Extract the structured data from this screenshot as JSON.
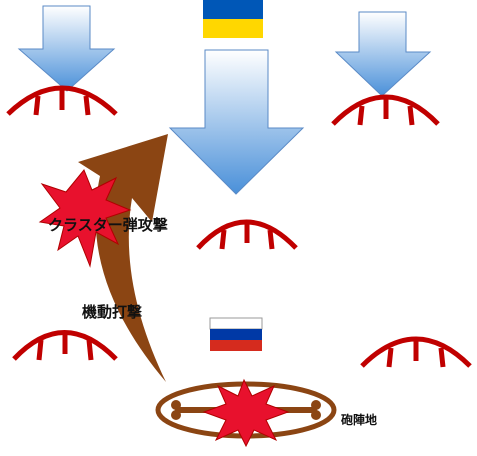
{
  "labels": {
    "cluster_strike": "クラスター弾攻撃",
    "mobile_strike": "機動打撃",
    "artillery_position": "砲陣地"
  },
  "colors": {
    "arrow_fill_top": "#ffffff",
    "arrow_fill_bottom": "#4a90d9",
    "arrow_stroke": "#5a8ac6",
    "trench": "#c00000",
    "maneuver_arrow": "#8b4513",
    "explosion": "#e8112d",
    "ukraine_blue": "#0057b7",
    "ukraine_yellow": "#ffd700",
    "russia_white": "#ffffff",
    "russia_blue": "#0039a6",
    "russia_red": "#d52b1e"
  },
  "icons": {
    "ukraine_flag": "ukraine-flag-icon",
    "russia_flag": "russia-flag-icon",
    "explosion": "explosion-icon",
    "trench": "trench-arc-icon",
    "artillery": "artillery-ring-icon"
  }
}
